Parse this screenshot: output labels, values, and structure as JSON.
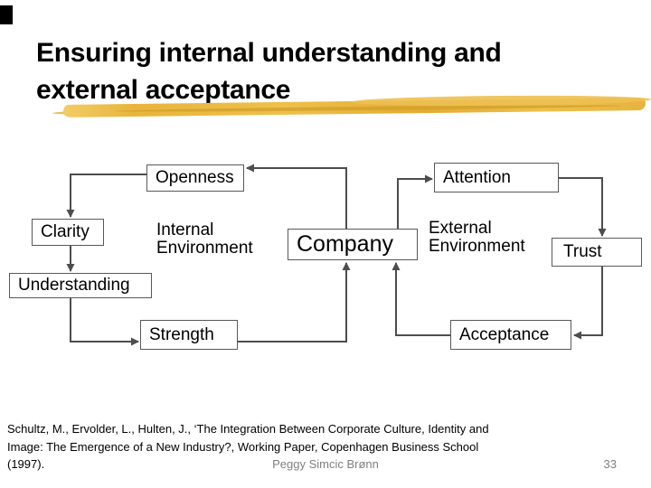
{
  "slide": {
    "title": {
      "line1": "Ensuring internal understanding and",
      "line2": "external acceptance"
    },
    "colors": {
      "brush_gold": "#E8B53B",
      "brush_gold_light": "#F2CD66",
      "brush_gold_dark": "#D3A02C",
      "connector_gray": "#4d4d4d",
      "box_border_gray": "#595959",
      "footer_gray": "#808080"
    }
  },
  "diagram": {
    "boxes": [
      {
        "id": "openness",
        "label": "Openness"
      },
      {
        "id": "attention",
        "label": "Attention"
      },
      {
        "id": "clarity",
        "label": "Clarity"
      },
      {
        "id": "company",
        "label": "Company"
      },
      {
        "id": "trust",
        "label": "Trust"
      },
      {
        "id": "understanding",
        "label": "Understanding"
      },
      {
        "id": "strength",
        "label": "Strength"
      },
      {
        "id": "acceptance",
        "label": "Acceptance"
      }
    ],
    "area_labels": [
      {
        "id": "internal-environment",
        "line1": "Internal",
        "line2": "Environment"
      },
      {
        "id": "external-environment",
        "line1": "External",
        "line2": "Environment"
      }
    ]
  },
  "footer": {
    "citation_lines": [
      "Schultz, M., Ervolder, L., Hulten, J., ‘The Integration Between Corporate Culture, Identity and",
      "Image: The Emergence of a New Industry?, Working Paper, Copenhagen Business School",
      "(1997)."
    ],
    "author": "Peggy Simcic Brønn",
    "page_number": "33"
  }
}
